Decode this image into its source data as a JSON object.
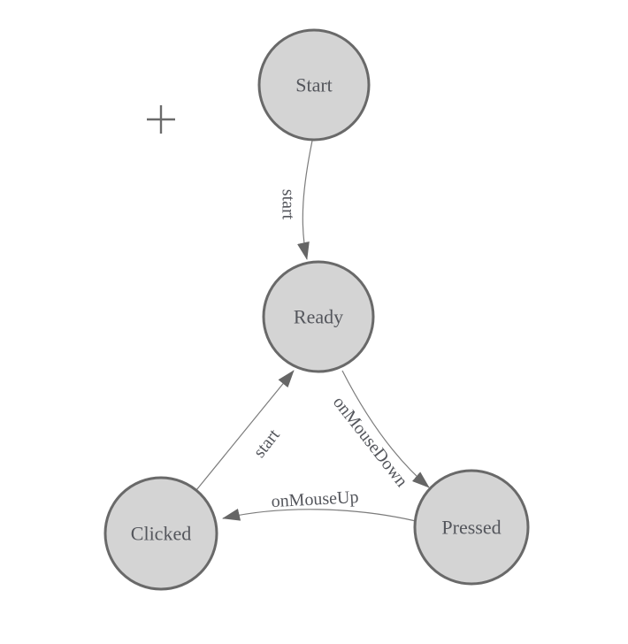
{
  "palette": {
    "background": "#ffffff",
    "node_fill": "#d4d4d4",
    "node_border": "#696969",
    "edge_line": "#7c7c7c",
    "arrow_fill": "#666666",
    "label_text": "#54565c",
    "crosshair": "#6b6b6b"
  },
  "diagram": {
    "type": "state-machine",
    "nodes": [
      {
        "id": "start",
        "label": "Start"
      },
      {
        "id": "ready",
        "label": "Ready"
      },
      {
        "id": "clicked",
        "label": "Clicked"
      },
      {
        "id": "pressed",
        "label": "Pressed"
      }
    ],
    "edges": [
      {
        "from": "start",
        "to": "ready",
        "label": "start"
      },
      {
        "from": "clicked",
        "to": "ready",
        "label": "start"
      },
      {
        "from": "ready",
        "to": "pressed",
        "label": "onMouseDown"
      },
      {
        "from": "pressed",
        "to": "clicked",
        "label": "onMouseUp"
      }
    ],
    "crosshair_icon": "plus"
  }
}
